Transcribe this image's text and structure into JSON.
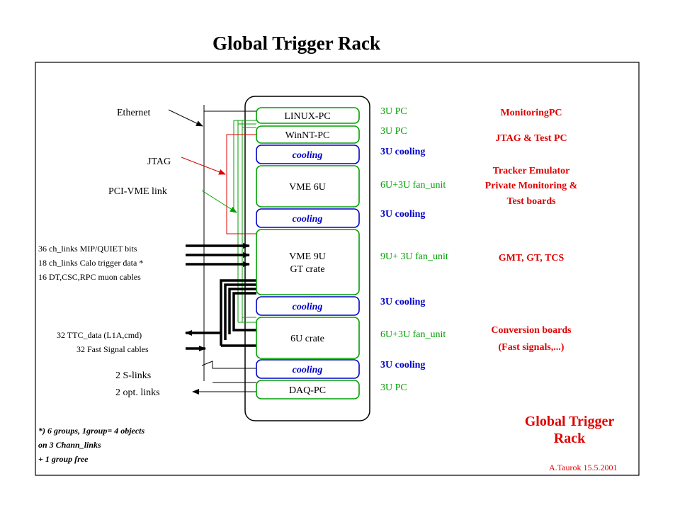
{
  "title": "Global Trigger Rack",
  "left_labels": {
    "ethernet": "Ethernet",
    "jtag": "JTAG",
    "pci_vme_link": "PCI-VME link",
    "inputs": [
      "36 ch_links MIP/QUIET bits",
      "18 ch_links Calo trigger data *",
      "16 DT,CSC,RPC muon cables"
    ],
    "ttc_data": "32 TTC_data (L1A,cmd)",
    "fast_signal": "32 Fast Signal cables",
    "s_links": "2 S-links",
    "opt_links": "2 opt. links"
  },
  "rack_modules": [
    {
      "label": "LINUX-PC",
      "kind": "pc"
    },
    {
      "label": "WinNT-PC",
      "kind": "pc"
    },
    {
      "label": "cooling",
      "kind": "cooling"
    },
    {
      "label": "VME 6U",
      "kind": "crate"
    },
    {
      "label": "cooling",
      "kind": "cooling"
    },
    {
      "label": "VME 9U",
      "label2": "GT crate",
      "kind": "crate"
    },
    {
      "label": "cooling",
      "kind": "cooling"
    },
    {
      "label": "6U crate",
      "kind": "crate"
    },
    {
      "label": "cooling",
      "kind": "cooling"
    },
    {
      "label": "DAQ-PC",
      "kind": "pc"
    }
  ],
  "sizes": [
    {
      "label": "3U PC",
      "color": "green"
    },
    {
      "label": "3U PC",
      "color": "green"
    },
    {
      "label": "3U cooling",
      "color": "blue"
    },
    {
      "label": "6U+3U fan_unit",
      "color": "green"
    },
    {
      "label": "3U cooling",
      "color": "blue"
    },
    {
      "label": "9U+ 3U fan_unit",
      "color": "green"
    },
    {
      "label": "3U cooling",
      "color": "blue"
    },
    {
      "label": "6U+3U fan_unit",
      "color": "green"
    },
    {
      "label": "3U cooling",
      "color": "blue"
    },
    {
      "label": "3U PC",
      "color": "green"
    }
  ],
  "functions": {
    "monitoring": "MonitoringPC",
    "jtag_test": "JTAG & Test PC",
    "tracker": [
      "Tracker Emulator",
      "Private Monitoring &",
      "Test boards"
    ],
    "gmt": "GMT, GT, TCS",
    "conversion": [
      "Conversion boards",
      "(Fast signals,...)"
    ]
  },
  "footnote": [
    "*) 6 groups, 1group= 4 objects",
    "on 3 Chann_links",
    "+ 1 group free"
  ],
  "stamp_title": [
    "Global Trigger",
    "Rack"
  ],
  "author": "A.Taurok 15.5.2001",
  "colors": {
    "green": "#00a000",
    "blue": "#0000c8",
    "red": "#e00000",
    "black": "#000000"
  }
}
